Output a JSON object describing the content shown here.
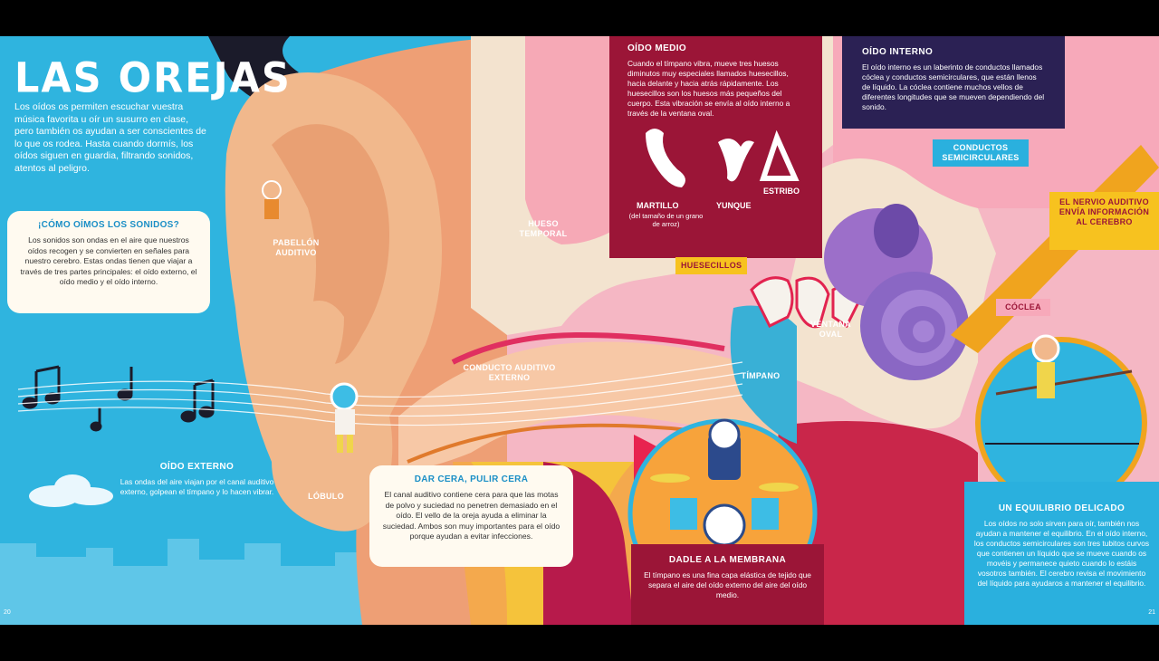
{
  "page": {
    "title": "LAS OREJAS",
    "intro": "Los oídos os permiten escuchar vuestra música favorita u oír un susurro en clase, pero también os ayudan a ser conscientes de lo que os rodea. Hasta cuando dormís, los oídos siguen en guardia, filtrando sonidos, atentos al peligro.",
    "page_left": "20",
    "page_right": "21"
  },
  "como_oimos": {
    "title": "¡CÓMO OÍMOS LOS SONIDOS?",
    "text": "Los sonidos son ondas en el aire que nuestros oídos recogen y se convierten en señales para nuestro cerebro. Estas ondas tienen que viajar a través de tres partes principales: el oído externo, el oído medio y el oído interno."
  },
  "oido_externo": {
    "title": "OÍDO EXTERNO",
    "text": "Las ondas del aire viajan por el canal auditivo externo, golpean el tímpano y lo hacen vibrar."
  },
  "dar_cera": {
    "title": "DAR CERA, PULIR CERA",
    "text": "El canal auditivo contiene cera para que las motas de polvo y suciedad no penetren demasiado en el oído. El vello de la oreja ayuda a eliminar la suciedad. Ambos son muy importantes para el oído porque ayudan a evitar infecciones."
  },
  "oido_medio": {
    "title": "OÍDO MEDIO",
    "text": "Cuando el tímpano vibra, mueve tres huesos diminutos muy especiales llamados huesecillos, hacia delante y hacia atrás rápidamente. Los huesecillos son los huesos más pequeños del cuerpo. Esta vibración se envía al oído interno a través de la ventana oval.",
    "bones": [
      "MARTILLO",
      "YUNQUE",
      "ESTRIBO"
    ],
    "bone_note": "(del tamaño de un grano de arroz)"
  },
  "oido_interno": {
    "title": "OÍDO INTERNO",
    "text": "El oído interno es un laberinto de conductos llamados cóclea y conductos semicirculares, que están llenos de líquido. La cóclea contiene muchos vellos de diferentes longitudes que se mueven dependiendo del sonido."
  },
  "membrana": {
    "title": "DADLE A LA MEMBRANA",
    "text": "El tímpano es una fina capa elástica de tejido que separa el aire del oído externo del aire del oído medio."
  },
  "equilibrio": {
    "title": "UN EQUILIBRIO DELICADO",
    "text": "Los oídos no solo sirven para oír, también nos ayudan a mantener el equilibrio. En el oído interno, los conductos semicirculares son tres tubitos curvos que contienen un líquido que se mueve cuando os movéis y permanece quieto cuando lo estáis vosotros también. El cerebro revisa el movimiento del líquido para ayudaros a mantener el equilibrio."
  },
  "labels": {
    "pabellon": "PABELLÓN AUDITIVO",
    "lobulo": "LÓBULO",
    "conducto": "CONDUCTO AUDITIVO EXTERNO",
    "hueso_temporal": "HUESO TEMPORAL",
    "huesecillos": "HUESECILLOS",
    "timpano": "TÍMPANO",
    "ventana_oval": "VENTANA OVAL",
    "conductos_semi": "CONDUCTOS SEMICIRCULARES",
    "nervio": "EL NERVIO AUDITIVO ENVÍA INFORMACIÓN AL CEREBRO",
    "coclea": "CÓCLEA"
  },
  "colors": {
    "sky": "#2fb4df",
    "skin": "#f1b88c",
    "navy": "#2b2154",
    "crimson": "#9b1537",
    "yellow": "#f7c21f",
    "cyan": "#2ab0de"
  }
}
